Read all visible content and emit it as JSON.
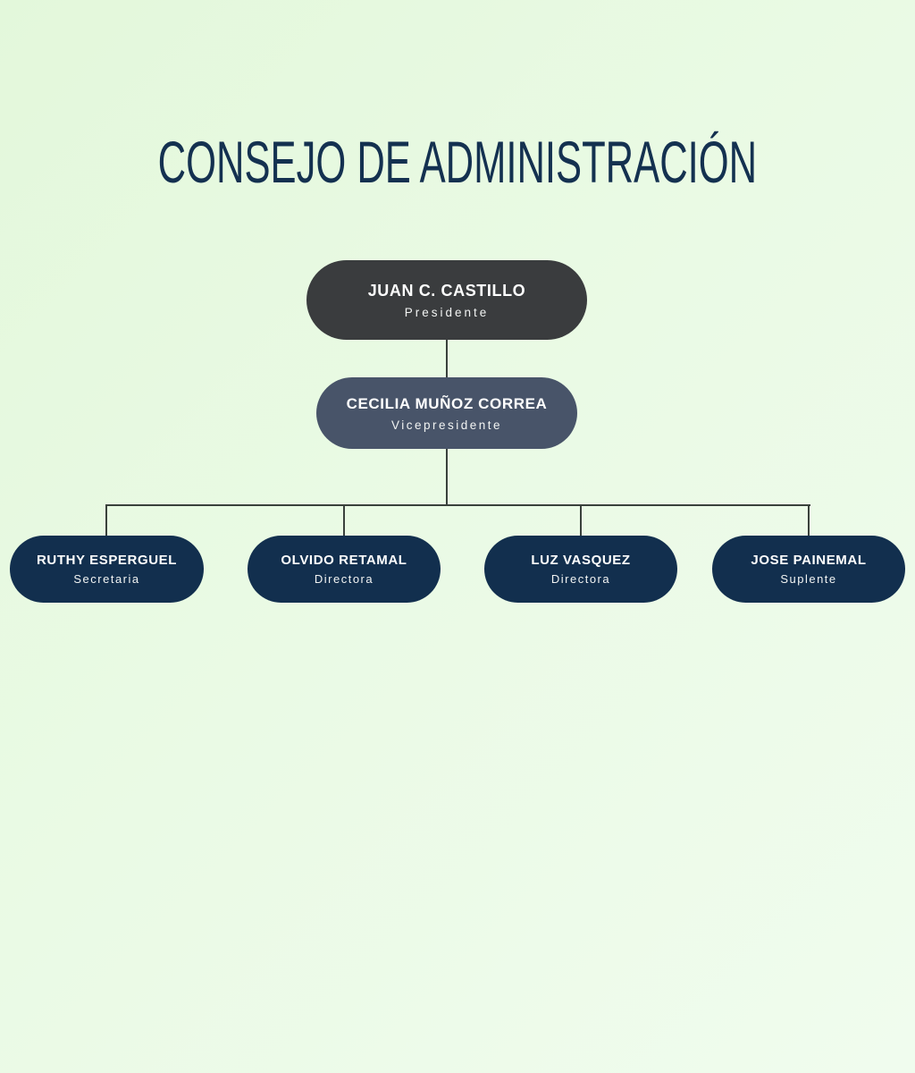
{
  "title": "CONSEJO DE ADMINISTRACIÓN",
  "colors": {
    "background_start": "#e3f8db",
    "background_end": "#f0fcee",
    "title": "#143150",
    "connector": "#3a413c",
    "node_text": "#ffffff",
    "president_node": "#3a3c3e",
    "vicepresident_node": "#485469",
    "member_node": "#122f4e"
  },
  "org_chart": {
    "president": {
      "name": "JUAN C. CASTILLO",
      "role": "Presidente"
    },
    "vicepresident": {
      "name": "CECILIA MUÑOZ CORREA",
      "role": "Vicepresidente"
    },
    "members": [
      {
        "name": "RUTHY ESPERGUEL",
        "role": "Secretaria"
      },
      {
        "name": "OLVIDO RETAMAL",
        "role": "Directora"
      },
      {
        "name": "LUZ VASQUEZ",
        "role": "Directora"
      },
      {
        "name": "JOSE PAINEMAL",
        "role": "Suplente"
      }
    ]
  }
}
